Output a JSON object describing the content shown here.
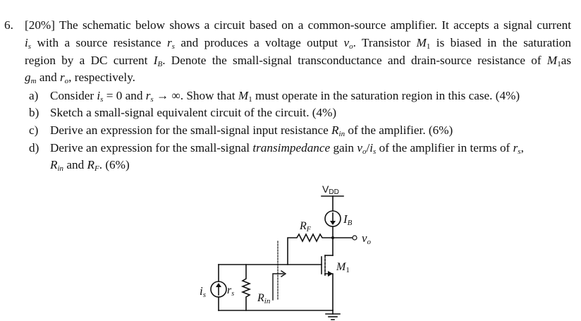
{
  "question": {
    "number": "6.",
    "weight": "[20%]",
    "intro_lines": [
      "The schematic below shows a circuit based on a common-source amplifier. It accepts a signal current",
      "with a source resistance",
      "and produces a voltage output",
      ". Transistor",
      "is biased in the saturation",
      "region by a DC current",
      ". Denote the small-signal transconductance and drain-source resistance of",
      "as",
      "and",
      ", respectively."
    ],
    "symbols": {
      "i_s": "i",
      "i_s_sub": "s",
      "r_s": "r",
      "r_s_sub": "s",
      "v_o": "v",
      "v_o_sub": "o",
      "M1": "M",
      "M1_sub": "1",
      "I_B": "I",
      "I_B_sub": "B",
      "g_m": "g",
      "g_m_sub": "m",
      "r_o": "r",
      "r_o_sub": "o",
      "R_in": "R",
      "R_in_sub": "in",
      "R_F": "R",
      "R_F_sub": "F"
    },
    "parts": [
      {
        "label": "a)",
        "pre": "Consider",
        "eq1": "= 0 and",
        "eq2": "→ ∞. Show that",
        "post": "must operate in the saturation region in this case. (4%)"
      },
      {
        "label": "b)",
        "text": "Sketch a small-signal equivalent circuit of the circuit. (4%)"
      },
      {
        "label": "c)",
        "pre": "Derive an expression for the small-signal input resistance",
        "post": "of the amplifier. (6%)"
      },
      {
        "label": "d)",
        "pre": "Derive an expression for the small-signal",
        "italic": "transimpedance",
        "mid": "gain",
        "slash": "/",
        "post": "of the amplifier in terms of",
        "comma": ",",
        "line2_mid": "and",
        "line2_post": ". (6%)"
      }
    ]
  },
  "schematic": {
    "vdd_label": "V",
    "vdd_sub": "DD",
    "ib_label": "I",
    "ib_sub": "B",
    "rf_label": "R",
    "rf_sub": "F",
    "vo_label": "v",
    "vo_sub": "o",
    "m1_label": "M",
    "m1_sub": "1",
    "is_label": "i",
    "is_sub": "s",
    "rs_label": "r",
    "rs_sub": "s",
    "rin_label": "R",
    "rin_sub": "in",
    "line_color": "#111111"
  }
}
